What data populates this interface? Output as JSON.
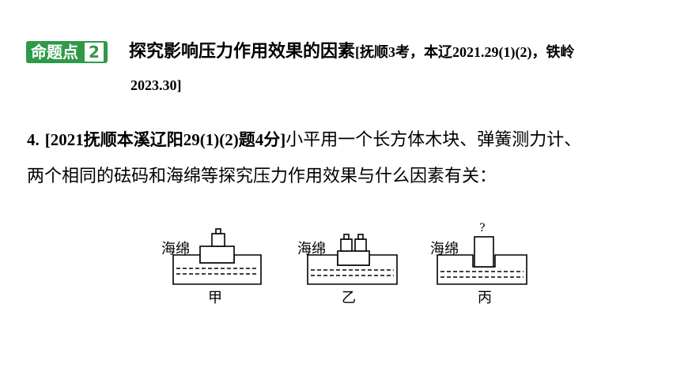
{
  "header": {
    "tag_label": "命题点",
    "tag_number": "2",
    "title": "探究影响压力作用效果的因素",
    "source_line1": "[抚顺3考，本辽2021.29(1)(2)，铁岭",
    "source_line2": "2023.30]"
  },
  "question": {
    "number": "4.",
    "source": "[2021抚顺本溪辽阳29(1)(2)题4分]",
    "text_line1": "小平用一个长方体木块、弹簧测力计、",
    "text_line2": "两个相同的砝码和海绵等探究压力作用效果与什么因素有关："
  },
  "figure": {
    "panels": [
      {
        "sponge_label": "海绵",
        "caption": "甲"
      },
      {
        "sponge_label": "海绵",
        "caption": "乙"
      },
      {
        "sponge_label": "海绵",
        "caption": "丙",
        "question_mark": "?"
      }
    ]
  },
  "colors": {
    "accent": "#2e9a48"
  }
}
